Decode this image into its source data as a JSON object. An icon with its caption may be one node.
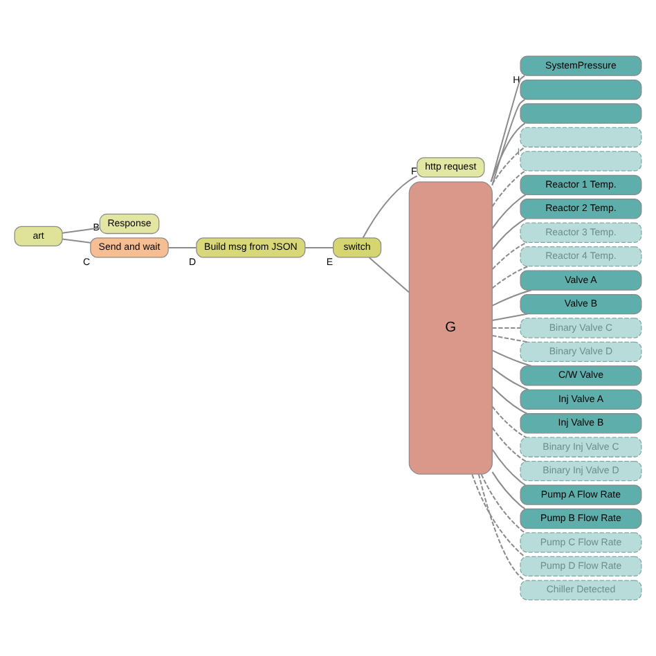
{
  "diagram": {
    "nodes": [
      {
        "text": [
          "art"
        ]
      },
      {
        "text": [
          "Response"
        ],
        "beside": [
          "B"
        ]
      },
      {
        "text": [
          "Send and wait"
        ],
        "beside": [
          "C"
        ]
      },
      {
        "text": [
          "Build msg from JSON"
        ],
        "beside": [
          "D"
        ]
      },
      {
        "text": [
          "switch"
        ],
        "beside": [
          "E"
        ]
      },
      {
        "text": [
          "http request"
        ],
        "beside": [
          "F"
        ]
      },
      {
        "text": [
          "G"
        ]
      },
      {
        "text": [
          "SystemPressure"
        ],
        "beside": [
          "H"
        ]
      },
      {
        "text": [],
        "shape": "box"
      },
      {
        "text": [],
        "shape": "box"
      },
      {
        "text": [],
        "shape": "box",
        "beside": [
          "I"
        ]
      },
      {
        "text": [],
        "shape": "box"
      },
      {
        "text": [
          "Reactor 1 Temp."
        ]
      },
      {
        "text": [
          "Reactor 2 Temp."
        ]
      },
      {
        "text": [
          "Reactor 3 Temp."
        ]
      },
      {
        "text": [
          "Reactor 4 Temp."
        ]
      },
      {
        "text": [
          "Valve A"
        ]
      },
      {
        "text": [
          "Valve B"
        ]
      },
      {
        "text": [
          "Binary Valve C"
        ]
      },
      {
        "text": [
          "Binary Valve D"
        ]
      },
      {
        "text": [
          "C/W Valve"
        ]
      },
      {
        "text": [
          "Inj Valve A"
        ]
      },
      {
        "text": [
          "Inj Valve B"
        ]
      },
      {
        "text": [
          "Binary Inj Valve C"
        ]
      },
      {
        "text": [
          "Binary Inj Valve D"
        ]
      },
      {
        "text": [
          "Pump A Flow Rate"
        ]
      },
      {
        "text": [
          "Pump B Flow Rate"
        ]
      },
      {
        "text": [
          "Pump C Flow Rate"
        ]
      },
      {
        "text": [
          "Pump D Flow Rate"
        ]
      },
      {
        "text": [
          "Chiller Detected"
        ]
      }
    ],
    "edges": [
      {
        "from": 0,
        "to": 1,
        "arrow": "none"
      },
      {
        "from": 0,
        "to": 2,
        "arrow": "none"
      },
      {
        "from": 2,
        "to": 3,
        "arrow": "none"
      },
      {
        "from": 3,
        "to": 4,
        "arrow": "none"
      },
      {
        "from": 4,
        "to": 6,
        "arrow": "none"
      },
      {
        "from": 4,
        "to": 5,
        "arrow": "none"
      },
      {
        "from": 6,
        "to": 7,
        "arrow": "none"
      },
      {
        "from": 6,
        "to": 8,
        "arrow": "none"
      },
      {
        "from": 6,
        "to": 9,
        "arrow": "none"
      },
      {
        "from": 6,
        "to": 10,
        "arrow": "none",
        "style": "dashed"
      },
      {
        "from": 6,
        "to": 11,
        "arrow": "none",
        "style": "dashed"
      },
      {
        "from": 6,
        "to": 12,
        "arrow": "none"
      },
      {
        "from": 6,
        "to": 13,
        "arrow": "none"
      },
      {
        "from": 6,
        "to": 14,
        "arrow": "none",
        "style": "dashed"
      },
      {
        "from": 6,
        "to": 15,
        "arrow": "none",
        "style": "dashed"
      },
      {
        "from": 6,
        "to": 16,
        "arrow": "none"
      },
      {
        "from": 6,
        "to": 17,
        "arrow": "none"
      },
      {
        "from": 6,
        "to": 18,
        "arrow": "none",
        "style": "dashed"
      },
      {
        "from": 6,
        "to": 19,
        "arrow": "none",
        "style": "dashed"
      },
      {
        "from": 6,
        "to": 20,
        "arrow": "none"
      },
      {
        "from": 6,
        "to": 21,
        "arrow": "none"
      },
      {
        "from": 6,
        "to": 22,
        "arrow": "none"
      },
      {
        "from": 6,
        "to": 23,
        "arrow": "none",
        "style": "dashed"
      },
      {
        "from": 6,
        "to": 24,
        "arrow": "none",
        "style": "dashed"
      },
      {
        "from": 6,
        "to": 25,
        "arrow": "none"
      },
      {
        "from": 6,
        "to": 26,
        "arrow": "none"
      },
      {
        "from": 6,
        "to": 27,
        "arrow": "none",
        "style": "dashed"
      },
      {
        "from": 6,
        "to": 28,
        "arrow": "none",
        "style": "dashed"
      },
      {
        "from": 6,
        "to": 29,
        "arrow": "none",
        "style": "dashed"
      }
    ]
  }
}
